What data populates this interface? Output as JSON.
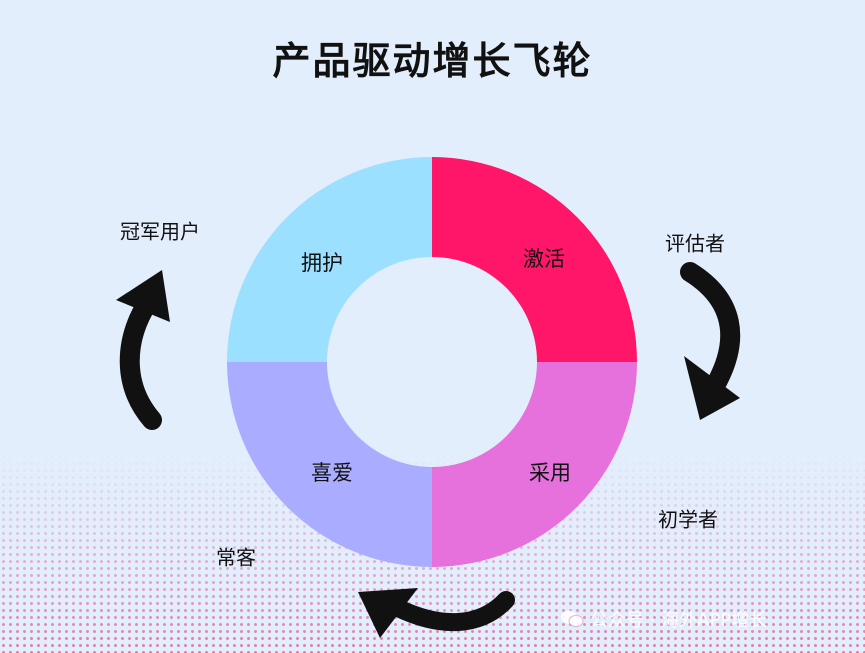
{
  "title": "产品驱动增长飞轮",
  "segments": [
    {
      "label": "激活",
      "color": "#ff1668"
    },
    {
      "label": "采用",
      "color": "#e670dc"
    },
    {
      "label": "喜爱",
      "color": "#aaadff"
    },
    {
      "label": "拥护",
      "color": "#9be0ff"
    }
  ],
  "stages": {
    "evaluator": "评估者",
    "beginner": "初学者",
    "regular": "常客",
    "champion": "冠军用户"
  },
  "watermark": {
    "icon": "wechat-icon",
    "text": "公众号 · 海外APP增长"
  }
}
